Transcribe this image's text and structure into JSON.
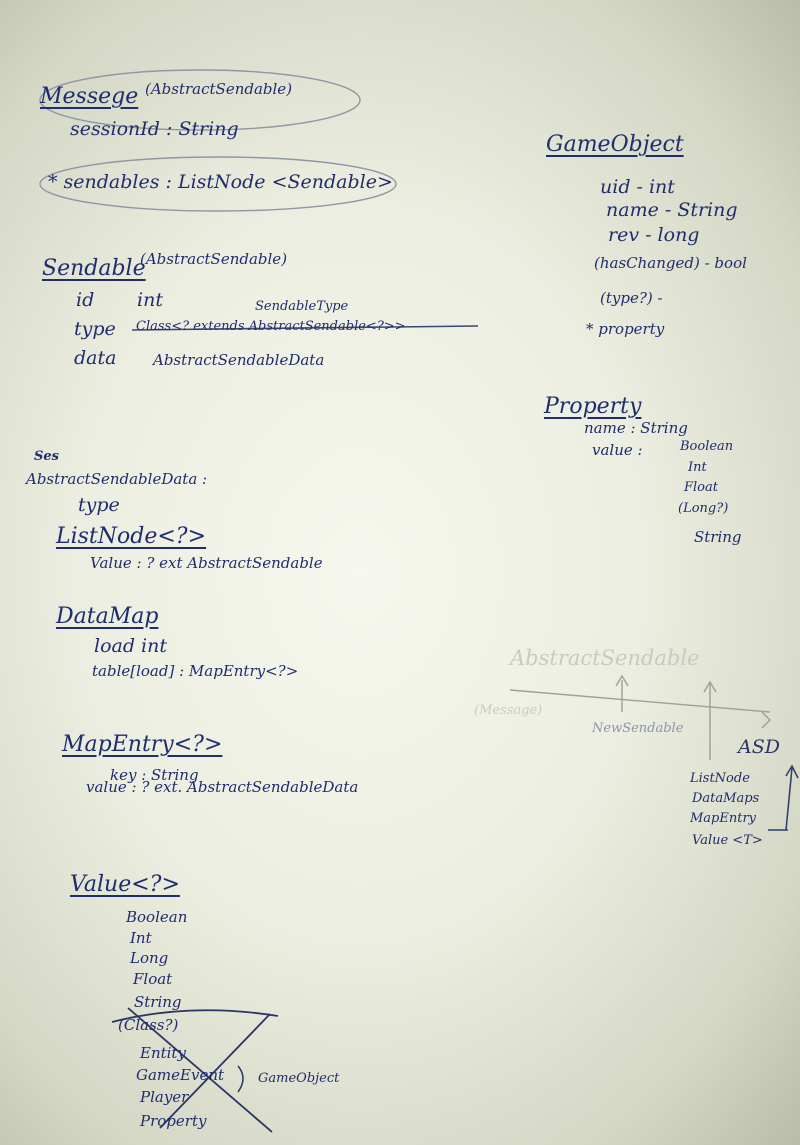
{
  "message": {
    "title": "Messege",
    "parent": "(AbstractSendable)",
    "fields": [
      "sessionId : String",
      "* sendables : ListNode <Sendable>"
    ]
  },
  "sendable": {
    "title": "Sendable",
    "parent": "(AbstractSendable)",
    "fields": [
      {
        "name": "id",
        "type": "int"
      },
      {
        "name": "type",
        "type": "Class<? extends AbstractSendable<?>>"
      },
      {
        "name": "data",
        "type": "AbstractSendableData"
      }
    ],
    "type_note": "SendableType"
  },
  "game_object": {
    "title": "GameObject",
    "fields": [
      "uid - int",
      "name - String",
      "rev - long",
      "(hasChanged) - bool",
      "(type?) -",
      "* property"
    ]
  },
  "property": {
    "title": "Property",
    "name_field": "name : String",
    "value_label": "value :",
    "value_types": [
      "Boolean",
      "Int",
      "Float",
      "(Long?)",
      "String"
    ]
  },
  "abstract_data": {
    "scribble": "Ses",
    "title": "AbstractSendableData :",
    "type_label": "type"
  },
  "list_node": {
    "title": "ListNode<?>",
    "fields": [
      "Value : ? ext AbstractSendable"
    ]
  },
  "data_map": {
    "title": "DataMap",
    "fields": [
      "load int",
      "table[load] : MapEntry<?>"
    ]
  },
  "map_entry": {
    "title": "MapEntry<?>",
    "fields": [
      "key : String",
      "value : ? ext. AbstractSendableData"
    ]
  },
  "value_type": {
    "title": "Value<?>",
    "types": [
      "Boolean",
      "Int",
      "Long",
      "Float",
      "String"
    ],
    "crossed": [
      "(Class?)",
      "Entity",
      "GameEvent",
      "Player",
      "Property"
    ],
    "crossed_note": "GameObject"
  },
  "hierarchy": {
    "root": "AbstractSendable",
    "left_child": "(Message)",
    "mid_child": "NewSendable",
    "right_child": "ASD",
    "subtypes": [
      "ListNode",
      "DataMaps",
      "MapEntry",
      "Value <T>"
    ]
  }
}
